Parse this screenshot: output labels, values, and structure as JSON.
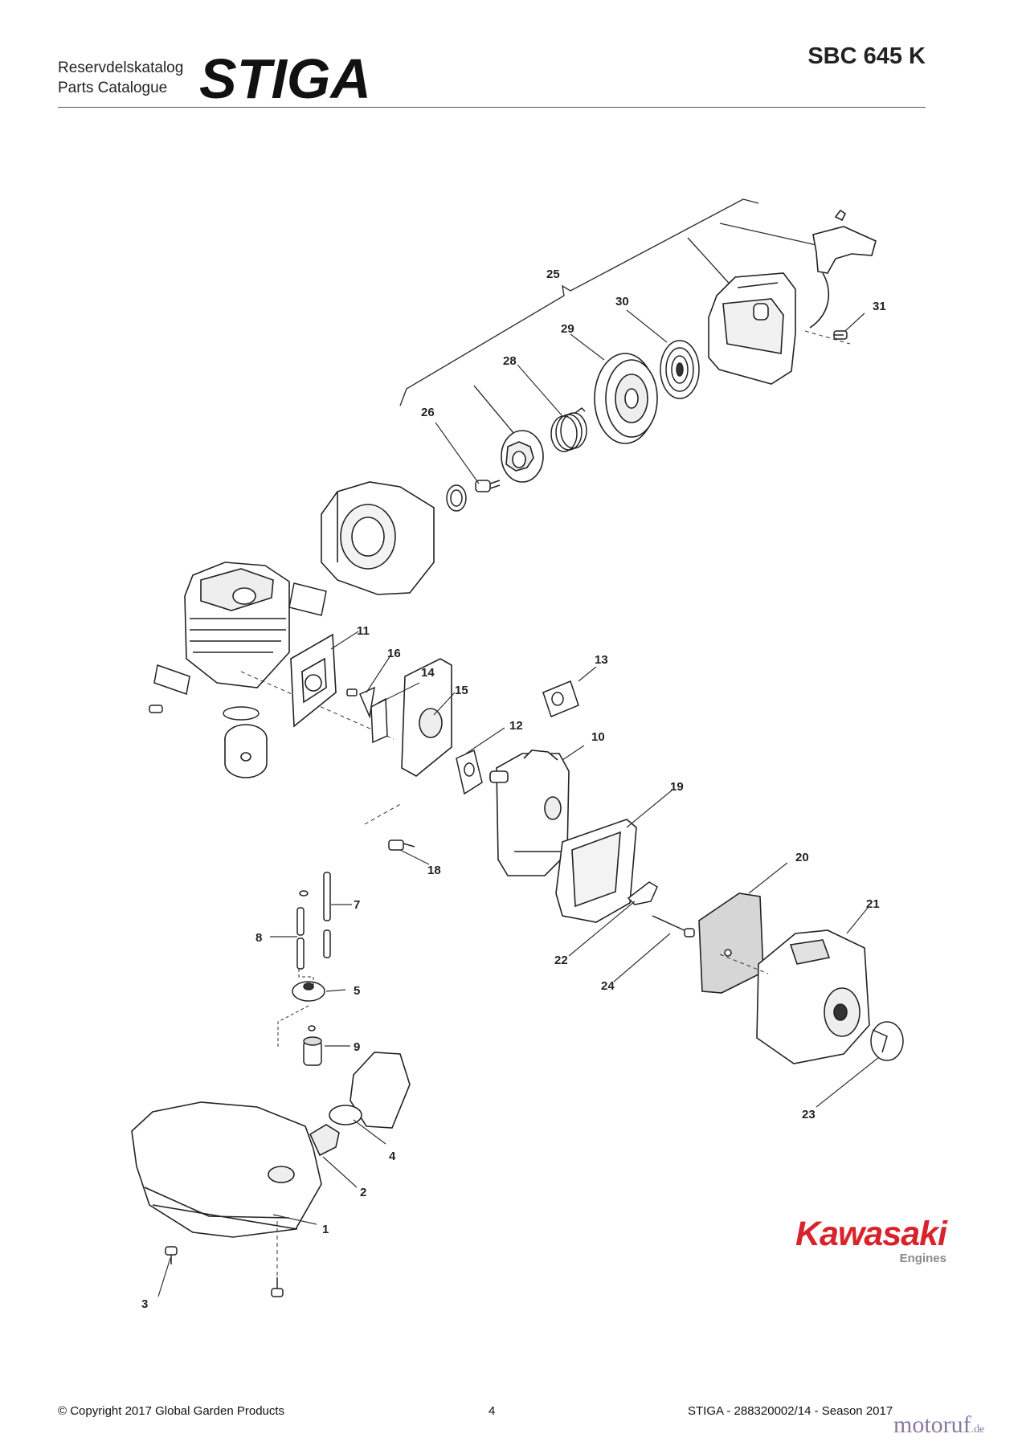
{
  "header": {
    "catalog_line1": "Reservdelskatalog",
    "catalog_line2": "Parts Catalogue",
    "brand": "STIGA",
    "model": "SBC 645 K"
  },
  "callouts": {
    "c1": "1",
    "c2": "2",
    "c3": "3",
    "c4": "4",
    "c5": "5",
    "c7": "7",
    "c8": "8",
    "c9": "9",
    "c10": "10",
    "c11": "11",
    "c12": "12",
    "c13": "13",
    "c14": "14",
    "c15": "15",
    "c16": "16",
    "c18": "18",
    "c19": "19",
    "c20": "20",
    "c21": "21",
    "c22": "22",
    "c23": "23",
    "c24": "24",
    "c25": "25",
    "c26": "26",
    "c28": "28",
    "c29": "29",
    "c30": "30",
    "c31": "31"
  },
  "engine_logo": {
    "word": "Kawasaki",
    "sub": "Engines"
  },
  "footer": {
    "copyright": "© Copyright 2017 Global Garden Products",
    "page": "4",
    "reference": "STIGA - 288320002/14 - Season 2017"
  },
  "watermark": {
    "main": "motoruf",
    "suffix": ".de"
  },
  "colors": {
    "kawasaki_red": "#d8232a",
    "watermark": "#8a7aa0"
  }
}
